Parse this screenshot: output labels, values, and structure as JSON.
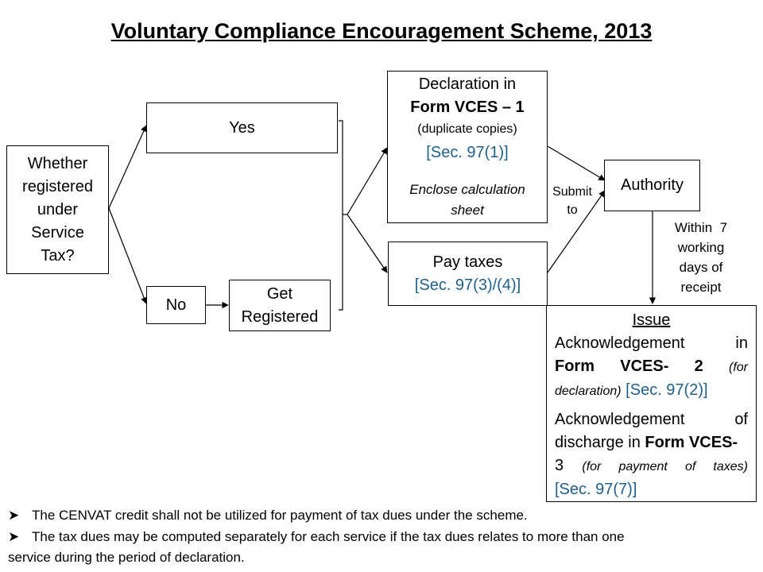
{
  "title": "Voluntary Compliance Encouragement Scheme, 2013",
  "nodes": {
    "question": [
      "Whether",
      "registered",
      "under",
      "Service",
      "Tax?"
    ],
    "yes": "Yes",
    "no": "No",
    "get_registered": [
      "Get",
      "Registered"
    ],
    "declaration": {
      "line1": "Declaration in",
      "line2": "Form VCES – 1",
      "line3": "(duplicate copies)",
      "section": "[Sec. 97(1)]",
      "enclose1": "Enclose calculation",
      "enclose2": "sheet"
    },
    "pay_taxes": {
      "line1": "Pay taxes",
      "section": "[Sec. 97(3)/(4)]"
    },
    "authority": "Authority",
    "issue": {
      "heading": "Issue",
      "ack1_a": "Acknowledgement",
      "ack1_b": "in",
      "ack1_form": "Form",
      "ack1_vces": "VCES- 2",
      "ack1_note_a": "(for",
      "ack1_note_b": "declaration)",
      "ack1_section": "[Sec. 97(2)]",
      "ack2_a": "Acknowledgement",
      "ack2_b": "of",
      "ack2_line2_plain": "discharge in ",
      "ack2_line2_bold": "Form VCES-",
      "ack2_line3_num": "3",
      "ack2_line3_note": "(for payment of taxes)",
      "ack2_section": "[Sec. 97(7)]"
    }
  },
  "edge_labels": {
    "submit": [
      "Submit",
      "to"
    ],
    "within": [
      "Within  7",
      "working",
      "days of",
      "receipt"
    ]
  },
  "notes": [
    "The CENVAT credit shall not be utilized for payment of tax dues under the scheme.",
    "The tax dues may be computed separately for each service if the tax dues relates to more than one",
    "service during the period of declaration."
  ],
  "bullet_icon": "arrow-bullet-icon"
}
